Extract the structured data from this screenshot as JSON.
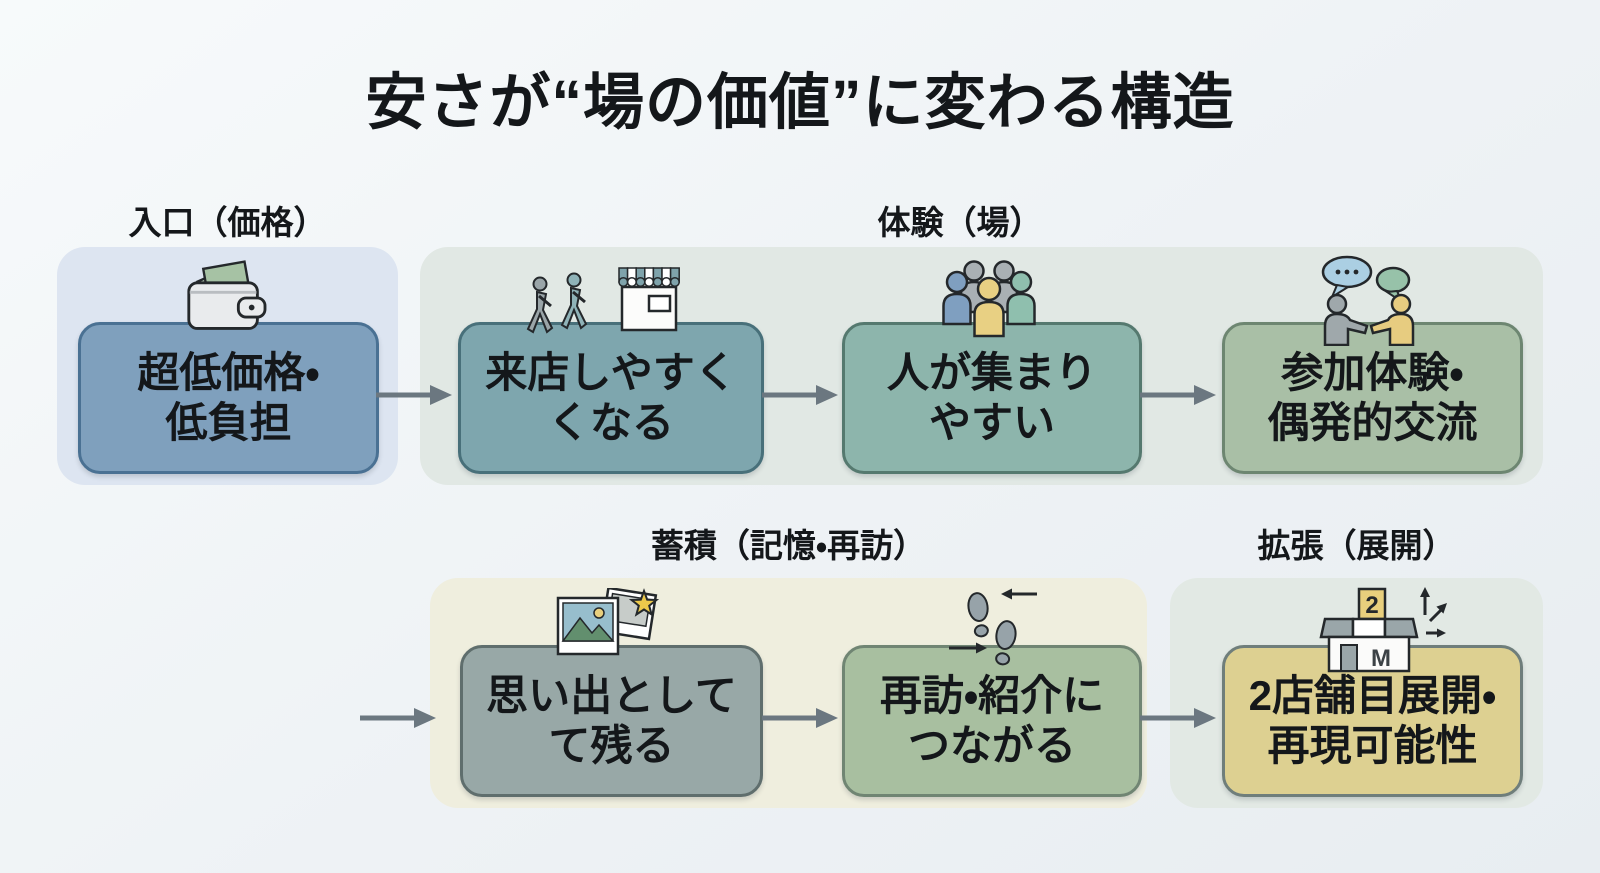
{
  "title": "安さが“場の価値”に変わる構造",
  "sections": [
    {
      "id": "entrance",
      "label": "入口（価格）"
    },
    {
      "id": "experience",
      "label": "体験（場）"
    },
    {
      "id": "accumulation",
      "label": "蓄積（記憶・再訪）"
    },
    {
      "id": "expansion",
      "label": "拡張（展開）"
    }
  ],
  "boxes": [
    {
      "id": "low-price",
      "line1": "超低価格・",
      "line2": "低負担",
      "icon": "wallet-icon"
    },
    {
      "id": "easy-visit",
      "line1": "来店しやすく",
      "line2": "くなる",
      "icon": "walkers-storefront-icon"
    },
    {
      "id": "people-gather",
      "line1": "人が集まり",
      "line2": "やすい",
      "icon": "people-group-icon"
    },
    {
      "id": "participation",
      "line1": "参加体験・",
      "line2": "偶発的交流",
      "icon": "handshake-chat-icon"
    },
    {
      "id": "memories",
      "line1": "思い出として",
      "line2": "て残る",
      "icon": "photos-star-icon"
    },
    {
      "id": "revisit",
      "line1": "再訪・紹介に",
      "line2": "つながる",
      "icon": "footprints-icon"
    },
    {
      "id": "second-store",
      "line1": "2店舗目展開・",
      "line2": "再現可能性",
      "icon": "second-store-icon"
    }
  ],
  "icon_text": {
    "store_sign": "2",
    "store_wall": "M"
  },
  "colors": {
    "page_bg": "#eef2f5",
    "container_entrance": "#dde5f1",
    "container_experience": "#e1e8e4",
    "container_accumulation": "#efeede",
    "container_expansion": "#e2e9e4",
    "box_fills": [
      "#7fa0bd",
      "#7ea6ae",
      "#8db5ac",
      "#a9bfa6",
      "#98a8a7",
      "#a8bfa0",
      "#ddd091"
    ],
    "box_borders": [
      "#4a7193",
      "#48707a",
      "#55796f",
      "#6d8671",
      "#5f6e6d",
      "#708573",
      "#6f7e7b"
    ],
    "arrow": "#6b7780",
    "text": "#14171a"
  }
}
